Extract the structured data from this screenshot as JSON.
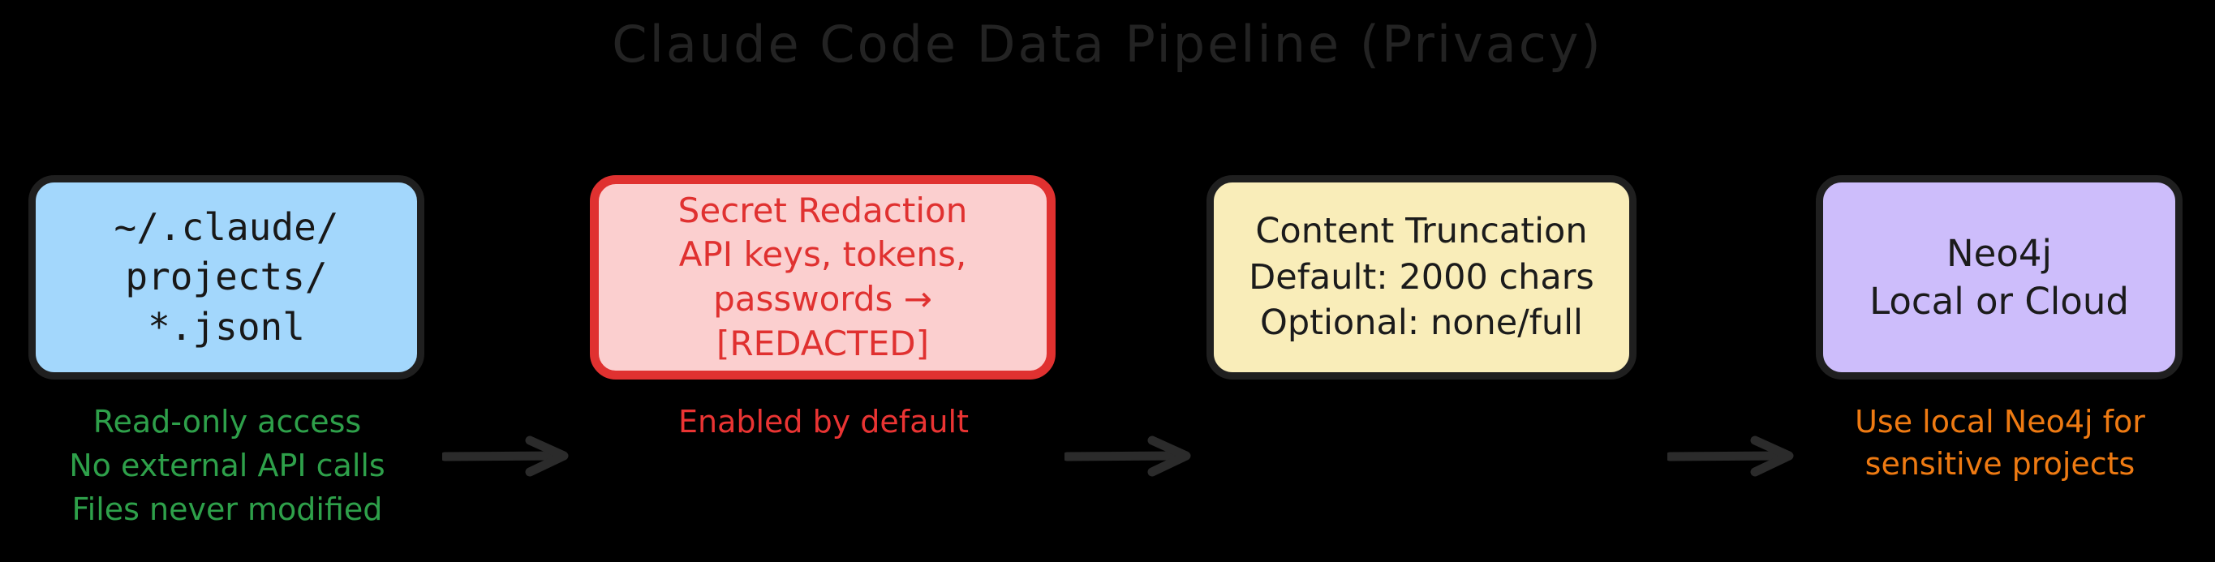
{
  "diagram": {
    "title": "Claude Code Data Pipeline (Privacy)",
    "background_color": "#000000",
    "title_color": "#232323",
    "nodes": [
      {
        "id": "source",
        "lines": [
          "~/.claude/",
          "projects/",
          "*.jsonl"
        ],
        "fill": "#A3D7FC",
        "stroke": "#1F1F1F",
        "text_color": "#181818",
        "annotation": {
          "lines": [
            "Read-only access",
            "No external API calls",
            "Files never modified"
          ],
          "color": "#2EA04A"
        }
      },
      {
        "id": "redaction",
        "lines": [
          "Secret Redaction",
          "API keys, tokens,",
          "passwords →",
          "[REDACTED]"
        ],
        "fill": "#FBCFCF",
        "stroke": "#E03130",
        "text_color": "#E03130",
        "annotation": {
          "lines": [
            "Enabled by default"
          ],
          "color": "#EA3433"
        }
      },
      {
        "id": "truncation",
        "lines": [
          "Content Truncation",
          "Default: 2000 chars",
          "Optional: none/full"
        ],
        "fill": "#F9EDB9",
        "stroke": "#1F1F1F",
        "text_color": "#1B1B1B",
        "annotation": {
          "lines": [],
          "color": ""
        }
      },
      {
        "id": "storage",
        "lines": [
          "Neo4j",
          "Local or Cloud"
        ],
        "fill": "#CDBDFB",
        "stroke": "#1F1F1F",
        "text_color": "#1B1B1B",
        "annotation": {
          "lines": [
            "Use local Neo4j for",
            "sensitive projects"
          ],
          "color": "#EE7A12"
        }
      }
    ],
    "arrows": [
      {
        "id": "arrow-source-to-redaction",
        "color": "#2B2B2B"
      },
      {
        "id": "arrow-redaction-to-truncation",
        "color": "#2B2B2B"
      },
      {
        "id": "arrow-truncation-to-storage",
        "color": "#2B2B2B"
      }
    ]
  }
}
